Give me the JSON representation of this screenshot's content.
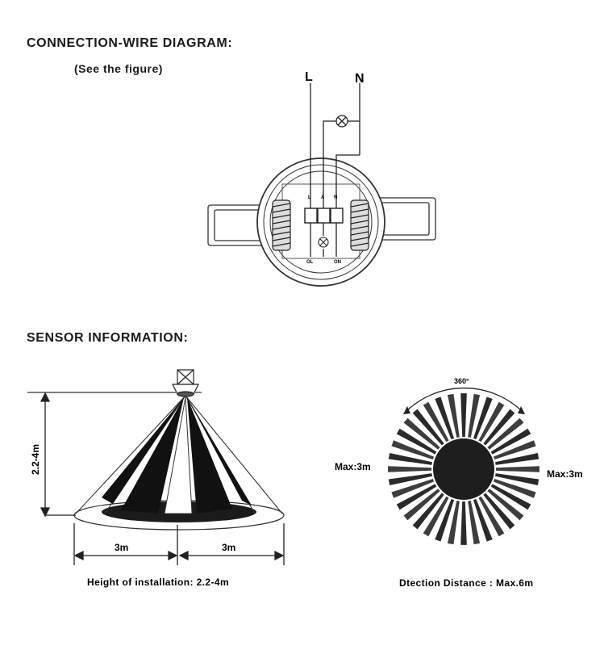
{
  "connection": {
    "heading": "CONNECTION-WIRE DIAGRAM:",
    "subheading": "(See the figure)",
    "wire_L": "L",
    "wire_N": "N",
    "terminals": [
      "L",
      "A",
      "N"
    ],
    "terminal_bottom_left": "OL",
    "terminal_bottom_right": "ON",
    "icons": [
      "lamp-icon"
    ]
  },
  "sensor": {
    "heading": "SENSOR INFORMATION:",
    "height_range": "2.2-4m",
    "left_range": "3m",
    "right_range": "3m",
    "side_caption": "Height of installation: 2.2-4m",
    "angle": "360°",
    "max_left": "Max:3m",
    "max_right": "Max:3m",
    "top_caption": "Dtection Distance : Max.6m"
  }
}
